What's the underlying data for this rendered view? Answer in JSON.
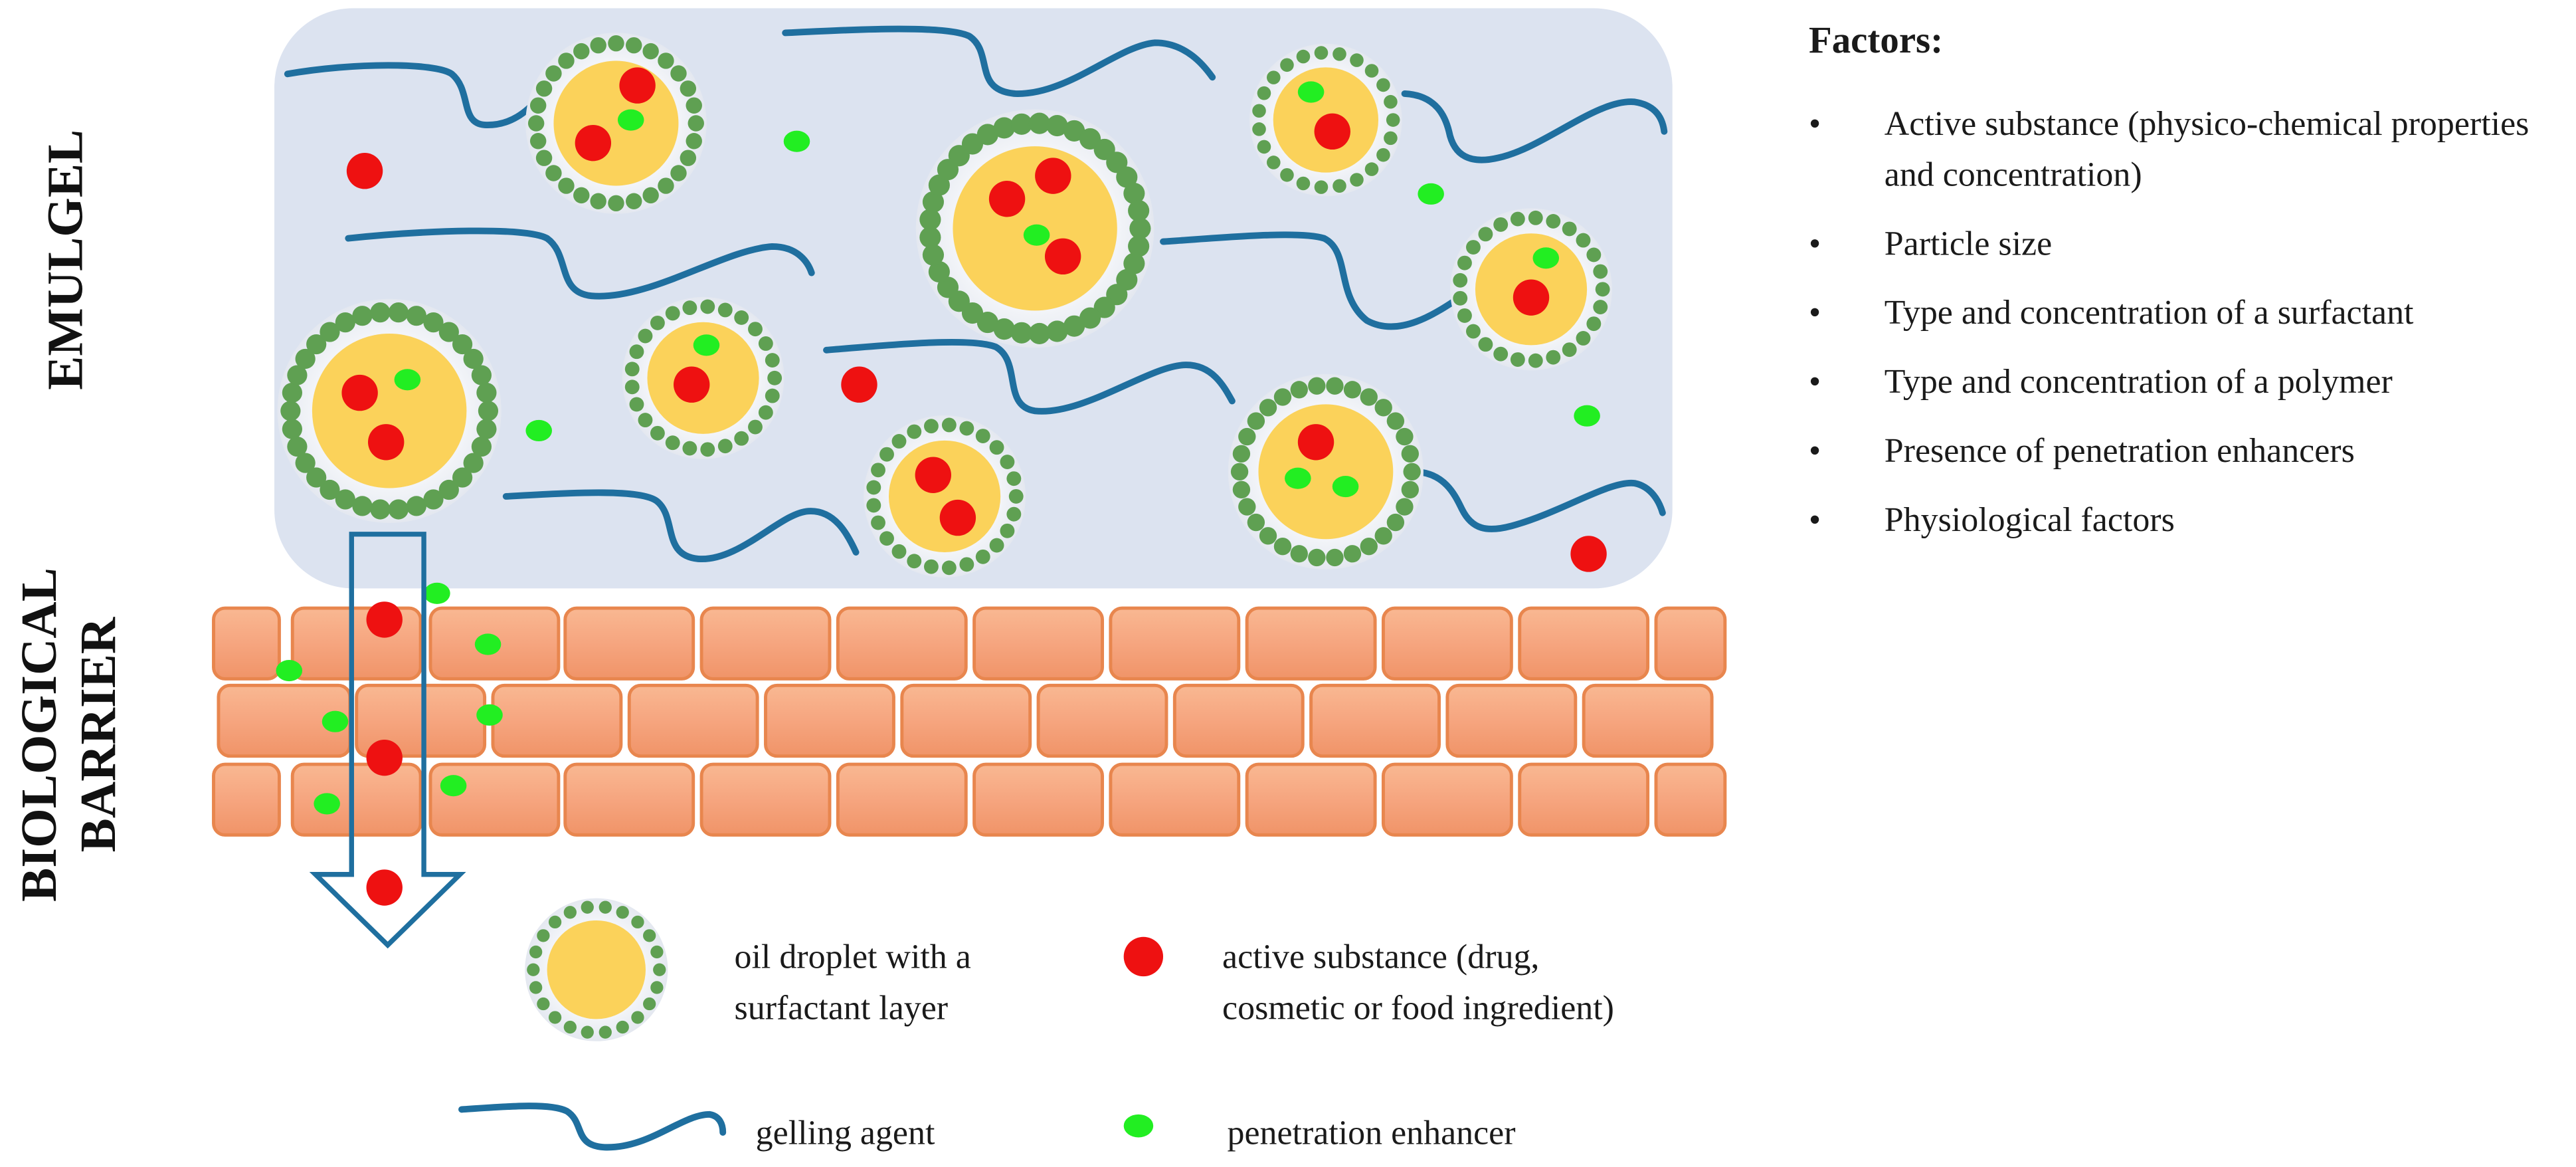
{
  "labels": {
    "emulgel": "EMULGEL",
    "barrier_line1": "BIOLOGICAL",
    "barrier_line2": "BARRIER"
  },
  "factors": {
    "title": "Factors:",
    "bullet": "•",
    "items": [
      "Active substance (physico-chemical properties and concentration)",
      "Particle size",
      "Type and concentration of a surfactant",
      "Type and concentration of a polymer",
      "Presence of penetration enhancers",
      "Physiological factors"
    ]
  },
  "legend": {
    "oil_droplet_line1": "oil droplet with a",
    "oil_droplet_line2": "surfactant layer",
    "active_line1": "active substance (drug,",
    "active_line2": "cosmetic or food ingredient)",
    "gelling_agent": "gelling agent",
    "penetration_enhancer": "penetration enhancer"
  },
  "colors": {
    "gel_background": "#dce3f0",
    "gelling_agent": "#1f6f9f",
    "oil_core": "#fbd25a",
    "surfactant_dot": "#5fa052",
    "droplet_halo": "#eef1f6",
    "active_substance": "#ee1111",
    "penetration_enhancer": "#22ee22",
    "cell_fill": "#f7a07a",
    "cell_border": "#e8864e",
    "arrow": "#1f6f9f"
  }
}
